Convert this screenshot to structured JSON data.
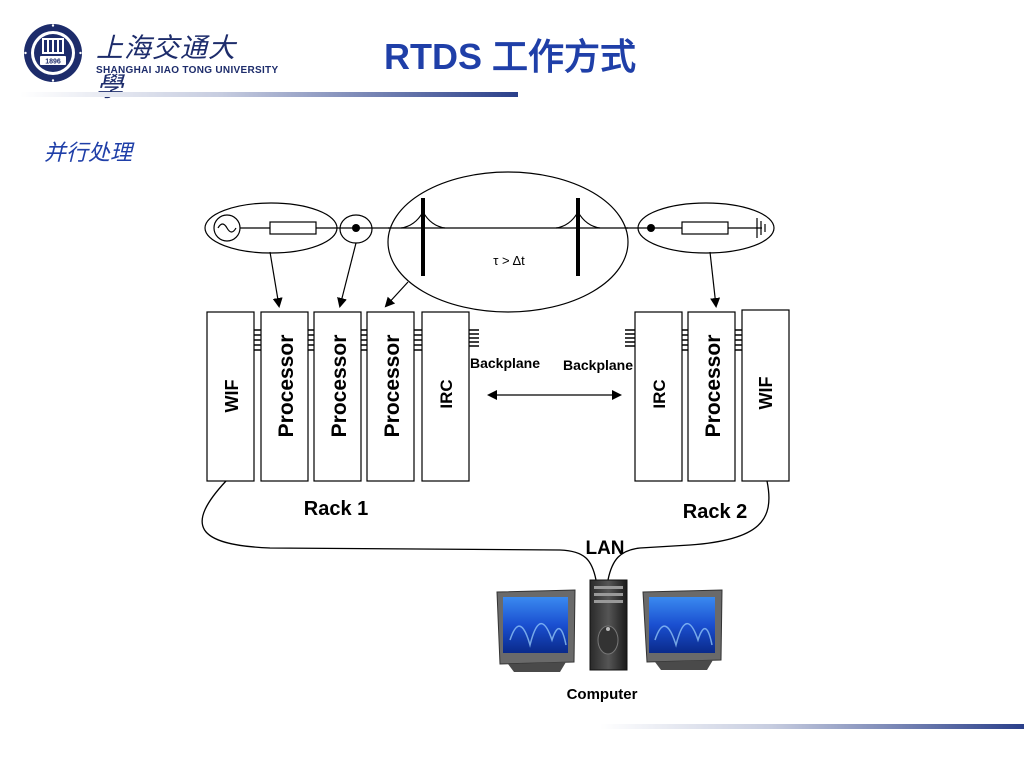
{
  "header": {
    "logo_cn": "上海交通大學",
    "logo_en": "SHANGHAI JIAO TONG UNIVERSITY",
    "logo_year": "1896",
    "title": "RTDS 工作方式"
  },
  "subtitle": "并行处理",
  "diagram": {
    "tau_label": "τ > Δt",
    "rack1": {
      "label": "Rack 1",
      "cards": [
        "WIF",
        "Processor",
        "Processor",
        "Processor",
        "IRC"
      ]
    },
    "rack2": {
      "label": "Rack 2",
      "cards": [
        "IRC",
        "Processor",
        "WIF"
      ]
    },
    "backplane_left": "Backplane",
    "backplane_right": "Backplane",
    "lan_label": "LAN",
    "computer_label": "Computer"
  },
  "colors": {
    "accent": "#1f3fa8",
    "logo": "#1d2c6b",
    "monitor_screen": "#1a4fd0"
  }
}
